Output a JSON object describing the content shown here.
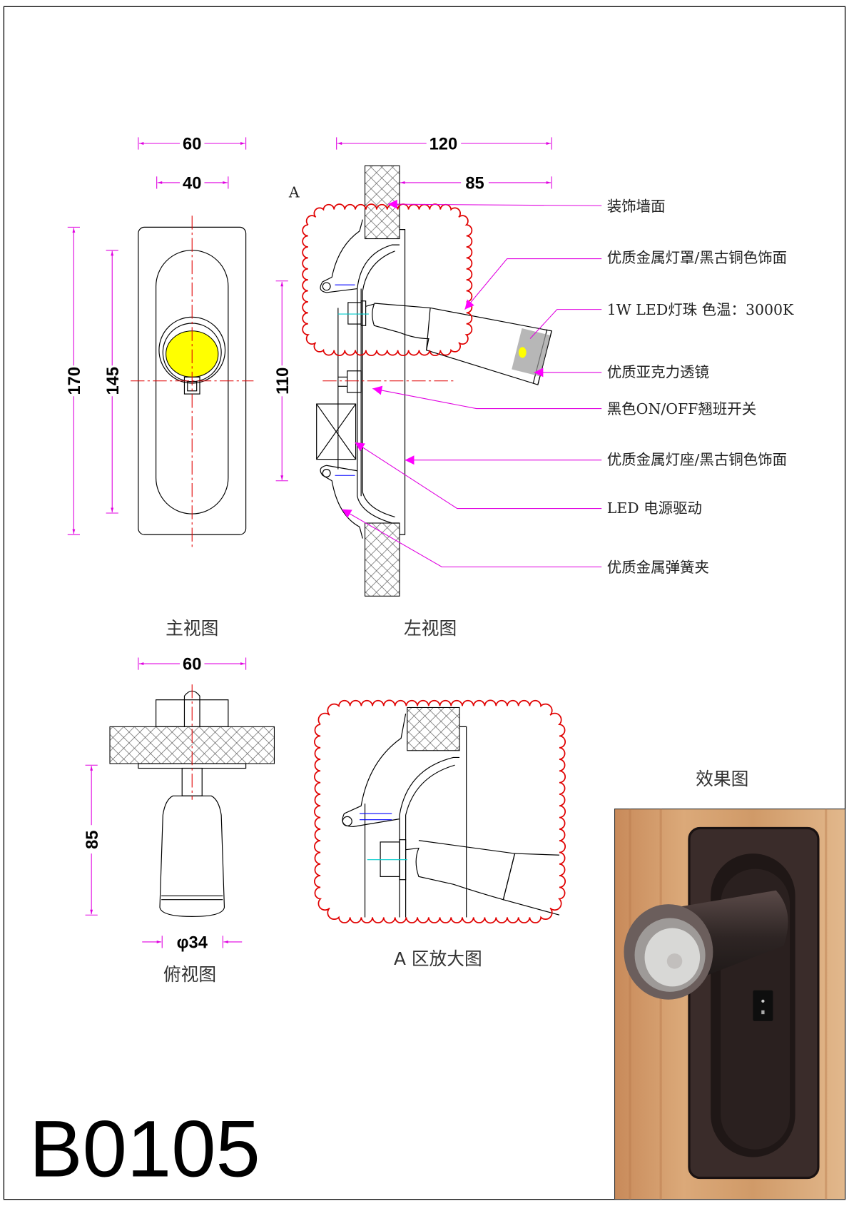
{
  "drawing": {
    "model_number": "B0105",
    "marker_a": "A",
    "colors": {
      "dimension": "#e000e0",
      "centerline": "#e00000",
      "detail_outline": "#e00000",
      "led": "#ffff00"
    },
    "views": {
      "front": {
        "caption": "主视图",
        "dim_width_outer": "60",
        "dim_width_inner": "40",
        "dim_height_outer": "170",
        "dim_height_inner": "145"
      },
      "side": {
        "caption": "左视图",
        "dim_depth_total": "120",
        "dim_depth_head": "85",
        "dim_height": "110"
      },
      "top": {
        "caption": "俯视图",
        "dim_width": "60",
        "dim_depth": "85",
        "dim_diameter": "φ34"
      },
      "detail": {
        "caption": "A  区放大图"
      },
      "photo": {
        "caption": "效果图"
      }
    },
    "callouts": [
      "装饰墙面",
      "优质金属灯罩/黑古铜色饰面",
      "1W  LED灯珠  色温：3000K",
      "优质亚克力透镜",
      "黑色ON/OFF翘班开关",
      "优质金属灯座/黑古铜色饰面",
      "LED  电源驱动",
      "优质金属弹簧夹"
    ]
  }
}
